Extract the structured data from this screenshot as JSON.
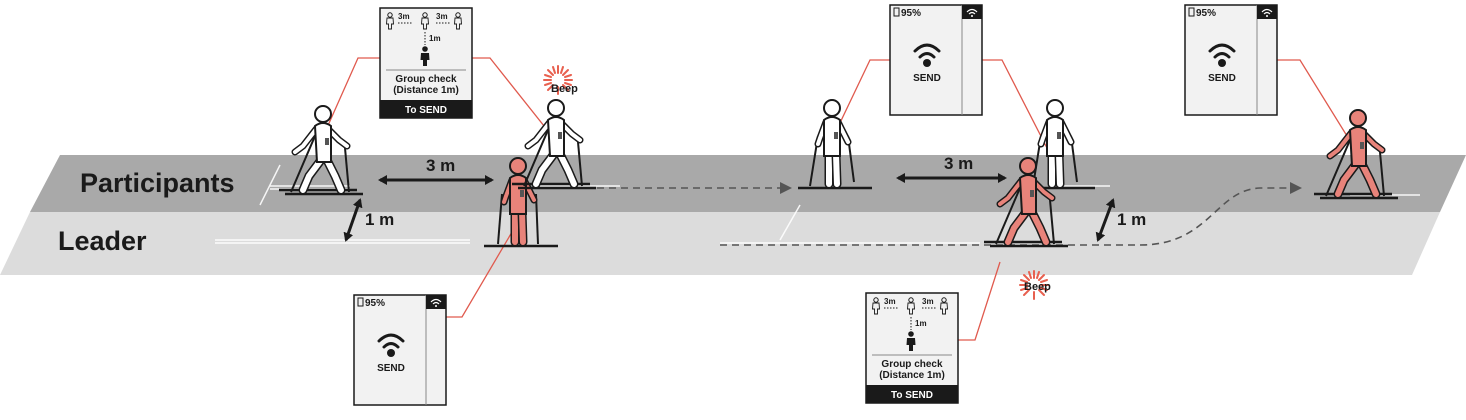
{
  "lanes": {
    "participants_label": "Participants",
    "leader_label": "Leader"
  },
  "distances": {
    "gap_3m_first": "3 m",
    "gap_1m_first": "1 m",
    "gap_3m_second": "3 m",
    "gap_1m_second": "1 m"
  },
  "beep": {
    "first": "Beep",
    "second": "Beep"
  },
  "group_check_screen": {
    "top_left_distance": "3m",
    "top_right_distance": "3m",
    "vertical_distance": "1m",
    "line1": "Group check",
    "line2": "(Distance 1m)",
    "action_bar": "To SEND"
  },
  "send_screen": {
    "battery": "95%",
    "label": "SEND"
  },
  "colors": {
    "leader": "#e8837a",
    "participant": "#ffffff",
    "outline": "#1a1a1a",
    "callout_line": "#e05a4e",
    "lane_light": "#dcdcdc",
    "lane_dark": "#a9a9a9",
    "beep_rays": "#e8604f"
  }
}
